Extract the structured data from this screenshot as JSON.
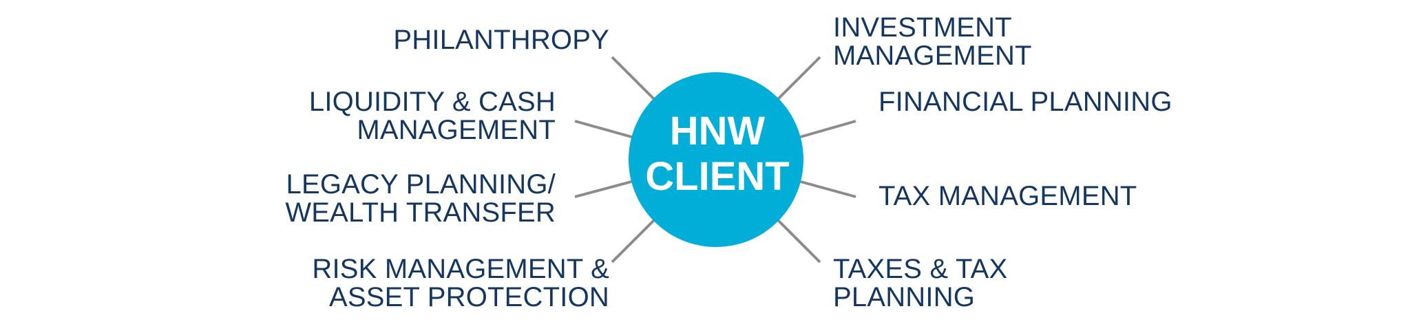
{
  "hub": {
    "lines": [
      "HNW",
      "CLIENT"
    ],
    "fill": "#00aed8",
    "text_color": "#ffffff"
  },
  "colors": {
    "label": "#14365f",
    "spoke": "#8c8c8c"
  },
  "left_labels": [
    {
      "lines": [
        "PHILANTHROPY"
      ]
    },
    {
      "lines": [
        "LIQUIDITY & CASH",
        "MANAGEMENT"
      ]
    },
    {
      "lines": [
        "LEGACY PLANNING/",
        "WEALTH TRANSFER"
      ]
    },
    {
      "lines": [
        "RISK MANAGEMENT &",
        "ASSET PROTECTION"
      ]
    }
  ],
  "right_labels": [
    {
      "lines": [
        "INVESTMENT",
        "MANAGEMENT"
      ]
    },
    {
      "lines": [
        "FINANCIAL PLANNING"
      ]
    },
    {
      "lines": [
        "TAX MANAGEMENT"
      ]
    },
    {
      "lines": [
        "TAXES & TAX",
        "PLANNING"
      ]
    }
  ]
}
